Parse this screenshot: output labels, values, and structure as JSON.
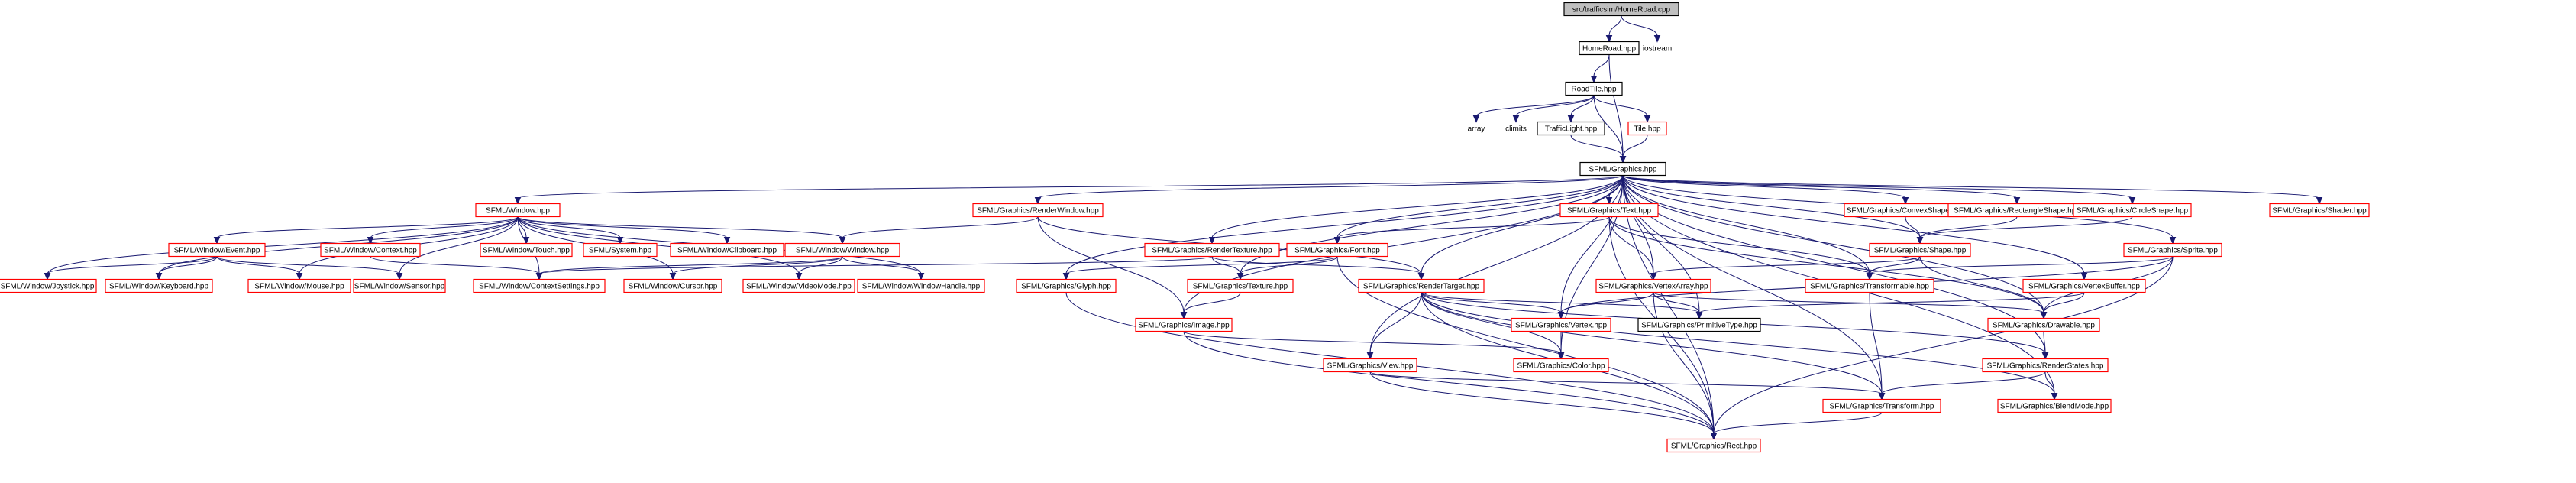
{
  "colors": {
    "edge": "#191970",
    "root_fill": "#bfbfbf",
    "red_border": "#ff0000",
    "black_border": "#000000"
  },
  "nodes": [
    {
      "id": "root",
      "label": "src/trafficsim/HomeRoad.cpp",
      "style": "root"
    },
    {
      "id": "homeroad",
      "label": "HomeRoad.hpp",
      "style": "black"
    },
    {
      "id": "iostream",
      "label": "iostream",
      "style": "plain"
    },
    {
      "id": "roadtile",
      "label": "RoadTile.hpp",
      "style": "black"
    },
    {
      "id": "array",
      "label": "array",
      "style": "plain"
    },
    {
      "id": "climits",
      "label": "climits",
      "style": "plain"
    },
    {
      "id": "trafficlight",
      "label": "TrafficLight.hpp",
      "style": "black"
    },
    {
      "id": "tile",
      "label": "Tile.hpp",
      "style": "red"
    },
    {
      "id": "graphics",
      "label": "SFML/Graphics.hpp",
      "style": "black"
    },
    {
      "id": "window",
      "label": "SFML/Window.hpp",
      "style": "red"
    },
    {
      "id": "renderwindow",
      "label": "SFML/Graphics/RenderWindow.hpp",
      "style": "red"
    },
    {
      "id": "text",
      "label": "SFML/Graphics/Text.hpp",
      "style": "red"
    },
    {
      "id": "convexshape",
      "label": "SFML/Graphics/ConvexShape.hpp",
      "style": "red"
    },
    {
      "id": "rectshape",
      "label": "SFML/Graphics/RectangleShape.hpp",
      "style": "red"
    },
    {
      "id": "circleshape",
      "label": "SFML/Graphics/CircleShape.hpp",
      "style": "red"
    },
    {
      "id": "shader",
      "label": "SFML/Graphics/Shader.hpp",
      "style": "red"
    },
    {
      "id": "wevent",
      "label": "SFML/Window/Event.hpp",
      "style": "red"
    },
    {
      "id": "wcontext",
      "label": "SFML/Window/Context.hpp",
      "style": "red"
    },
    {
      "id": "wtouch",
      "label": "SFML/Window/Touch.hpp",
      "style": "red"
    },
    {
      "id": "system",
      "label": "SFML/System.hpp",
      "style": "red"
    },
    {
      "id": "clipboard",
      "label": "SFML/Window/Clipboard.hpp",
      "style": "red"
    },
    {
      "id": "wwindow",
      "label": "SFML/Window/Window.hpp",
      "style": "red"
    },
    {
      "id": "rendertexture",
      "label": "SFML/Graphics/RenderTexture.hpp",
      "style": "red"
    },
    {
      "id": "font",
      "label": "SFML/Graphics/Font.hpp",
      "style": "red"
    },
    {
      "id": "shape",
      "label": "SFML/Graphics/Shape.hpp",
      "style": "red"
    },
    {
      "id": "sprite",
      "label": "SFML/Graphics/Sprite.hpp",
      "style": "red"
    },
    {
      "id": "joystick",
      "label": "SFML/Window/Joystick.hpp",
      "style": "red"
    },
    {
      "id": "keyboard",
      "label": "SFML/Window/Keyboard.hpp",
      "style": "red"
    },
    {
      "id": "mouse",
      "label": "SFML/Window/Mouse.hpp",
      "style": "red"
    },
    {
      "id": "sensor",
      "label": "SFML/Window/Sensor.hpp",
      "style": "red"
    },
    {
      "id": "ctxsettings",
      "label": "SFML/Window/ContextSettings.hpp",
      "style": "red"
    },
    {
      "id": "cursor",
      "label": "SFML/Window/Cursor.hpp",
      "style": "red"
    },
    {
      "id": "videomode",
      "label": "SFML/Window/VideoMode.hpp",
      "style": "red"
    },
    {
      "id": "windowhandle",
      "label": "SFML/Window/WindowHandle.hpp",
      "style": "red"
    },
    {
      "id": "glyph",
      "label": "SFML/Graphics/Glyph.hpp",
      "style": "red"
    },
    {
      "id": "texture",
      "label": "SFML/Graphics/Texture.hpp",
      "style": "red"
    },
    {
      "id": "rendertarget",
      "label": "SFML/Graphics/RenderTarget.hpp",
      "style": "red"
    },
    {
      "id": "vertexarray",
      "label": "SFML/Graphics/VertexArray.hpp",
      "style": "red"
    },
    {
      "id": "transformable",
      "label": "SFML/Graphics/Transformable.hpp",
      "style": "red"
    },
    {
      "id": "vertexbuffer",
      "label": "SFML/Graphics/VertexBuffer.hpp",
      "style": "red"
    },
    {
      "id": "image",
      "label": "SFML/Graphics/Image.hpp",
      "style": "red"
    },
    {
      "id": "vertex",
      "label": "SFML/Graphics/Vertex.hpp",
      "style": "red"
    },
    {
      "id": "primitivetype",
      "label": "SFML/Graphics/PrimitiveType.hpp",
      "style": "black"
    },
    {
      "id": "drawable",
      "label": "SFML/Graphics/Drawable.hpp",
      "style": "red"
    },
    {
      "id": "view",
      "label": "SFML/Graphics/View.hpp",
      "style": "red"
    },
    {
      "id": "color",
      "label": "SFML/Graphics/Color.hpp",
      "style": "red"
    },
    {
      "id": "renderstates",
      "label": "SFML/Graphics/RenderStates.hpp",
      "style": "red"
    },
    {
      "id": "transform",
      "label": "SFML/Graphics/Transform.hpp",
      "style": "red"
    },
    {
      "id": "blendmode",
      "label": "SFML/Graphics/BlendMode.hpp",
      "style": "red"
    },
    {
      "id": "rect",
      "label": "SFML/Graphics/Rect.hpp",
      "style": "red"
    }
  ],
  "edges": [
    [
      "root",
      "homeroad"
    ],
    [
      "root",
      "iostream"
    ],
    [
      "homeroad",
      "roadtile"
    ],
    [
      "homeroad",
      "graphics"
    ],
    [
      "roadtile",
      "array"
    ],
    [
      "roadtile",
      "climits"
    ],
    [
      "roadtile",
      "trafficlight"
    ],
    [
      "roadtile",
      "tile"
    ],
    [
      "roadtile",
      "graphics"
    ],
    [
      "trafficlight",
      "graphics"
    ],
    [
      "tile",
      "graphics"
    ],
    [
      "graphics",
      "window"
    ],
    [
      "graphics",
      "renderwindow"
    ],
    [
      "graphics",
      "text"
    ],
    [
      "graphics",
      "convexshape"
    ],
    [
      "graphics",
      "rectshape"
    ],
    [
      "graphics",
      "circleshape"
    ],
    [
      "graphics",
      "shader"
    ],
    [
      "graphics",
      "rendertexture"
    ],
    [
      "graphics",
      "font"
    ],
    [
      "graphics",
      "shape"
    ],
    [
      "graphics",
      "sprite"
    ],
    [
      "graphics",
      "glyph"
    ],
    [
      "graphics",
      "texture"
    ],
    [
      "graphics",
      "rendertarget"
    ],
    [
      "graphics",
      "vertexarray"
    ],
    [
      "graphics",
      "transformable"
    ],
    [
      "graphics",
      "vertexbuffer"
    ],
    [
      "graphics",
      "image"
    ],
    [
      "graphics",
      "vertex"
    ],
    [
      "graphics",
      "primitivetype"
    ],
    [
      "graphics",
      "drawable"
    ],
    [
      "graphics",
      "view"
    ],
    [
      "graphics",
      "color"
    ],
    [
      "graphics",
      "renderstates"
    ],
    [
      "graphics",
      "transform"
    ],
    [
      "graphics",
      "blendmode"
    ],
    [
      "graphics",
      "rect"
    ],
    [
      "window",
      "wevent"
    ],
    [
      "window",
      "wcontext"
    ],
    [
      "window",
      "wtouch"
    ],
    [
      "window",
      "system"
    ],
    [
      "window",
      "clipboard"
    ],
    [
      "window",
      "wwindow"
    ],
    [
      "window",
      "joystick"
    ],
    [
      "window",
      "keyboard"
    ],
    [
      "window",
      "mouse"
    ],
    [
      "window",
      "sensor"
    ],
    [
      "window",
      "ctxsettings"
    ],
    [
      "window",
      "cursor"
    ],
    [
      "window",
      "videomode"
    ],
    [
      "window",
      "windowhandle"
    ],
    [
      "renderwindow",
      "wwindow"
    ],
    [
      "renderwindow",
      "rendertarget"
    ],
    [
      "renderwindow",
      "image"
    ],
    [
      "wevent",
      "joystick"
    ],
    [
      "wevent",
      "keyboard"
    ],
    [
      "wevent",
      "mouse"
    ],
    [
      "wevent",
      "sensor"
    ],
    [
      "wcontext",
      "ctxsettings"
    ],
    [
      "wwindow",
      "ctxsettings"
    ],
    [
      "wwindow",
      "cursor"
    ],
    [
      "wwindow",
      "videomode"
    ],
    [
      "wwindow",
      "windowhandle"
    ],
    [
      "rendertexture",
      "ctxsettings"
    ],
    [
      "rendertexture",
      "texture"
    ],
    [
      "rendertexture",
      "rendertarget"
    ],
    [
      "text",
      "font"
    ],
    [
      "text",
      "vertexarray"
    ],
    [
      "text",
      "transformable"
    ],
    [
      "text",
      "drawable"
    ],
    [
      "text",
      "rect"
    ],
    [
      "font",
      "glyph"
    ],
    [
      "font",
      "texture"
    ],
    [
      "font",
      "rect"
    ],
    [
      "glyph",
      "rect"
    ],
    [
      "texture",
      "image"
    ],
    [
      "image",
      "color"
    ],
    [
      "image",
      "rect"
    ],
    [
      "rendertarget",
      "color"
    ],
    [
      "rendertarget",
      "rect"
    ],
    [
      "rendertarget",
      "view"
    ],
    [
      "rendertarget",
      "transform"
    ],
    [
      "rendertarget",
      "blendmode"
    ],
    [
      "rendertarget",
      "renderstates"
    ],
    [
      "rendertarget",
      "primitivetype"
    ],
    [
      "rendertarget",
      "vertex"
    ],
    [
      "convexshape",
      "shape"
    ],
    [
      "rectshape",
      "shape"
    ],
    [
      "circleshape",
      "shape"
    ],
    [
      "shape",
      "drawable"
    ],
    [
      "shape",
      "transformable"
    ],
    [
      "shape",
      "vertexarray"
    ],
    [
      "vertexarray",
      "vertex"
    ],
    [
      "vertexarray",
      "primitivetype"
    ],
    [
      "vertexarray",
      "rect"
    ],
    [
      "vertexarray",
      "drawable"
    ],
    [
      "sprite",
      "drawable"
    ],
    [
      "sprite",
      "transformable"
    ],
    [
      "sprite",
      "vertex"
    ],
    [
      "sprite",
      "rect"
    ],
    [
      "vertexbuffer",
      "primitivetype"
    ],
    [
      "vertexbuffer",
      "drawable"
    ],
    [
      "vertex",
      "color"
    ],
    [
      "transformable",
      "transform"
    ],
    [
      "drawable",
      "renderstates"
    ],
    [
      "renderstates",
      "blendmode"
    ],
    [
      "renderstates",
      "transform"
    ],
    [
      "view",
      "rect"
    ],
    [
      "view",
      "transform"
    ],
    [
      "transform",
      "rect"
    ]
  ]
}
